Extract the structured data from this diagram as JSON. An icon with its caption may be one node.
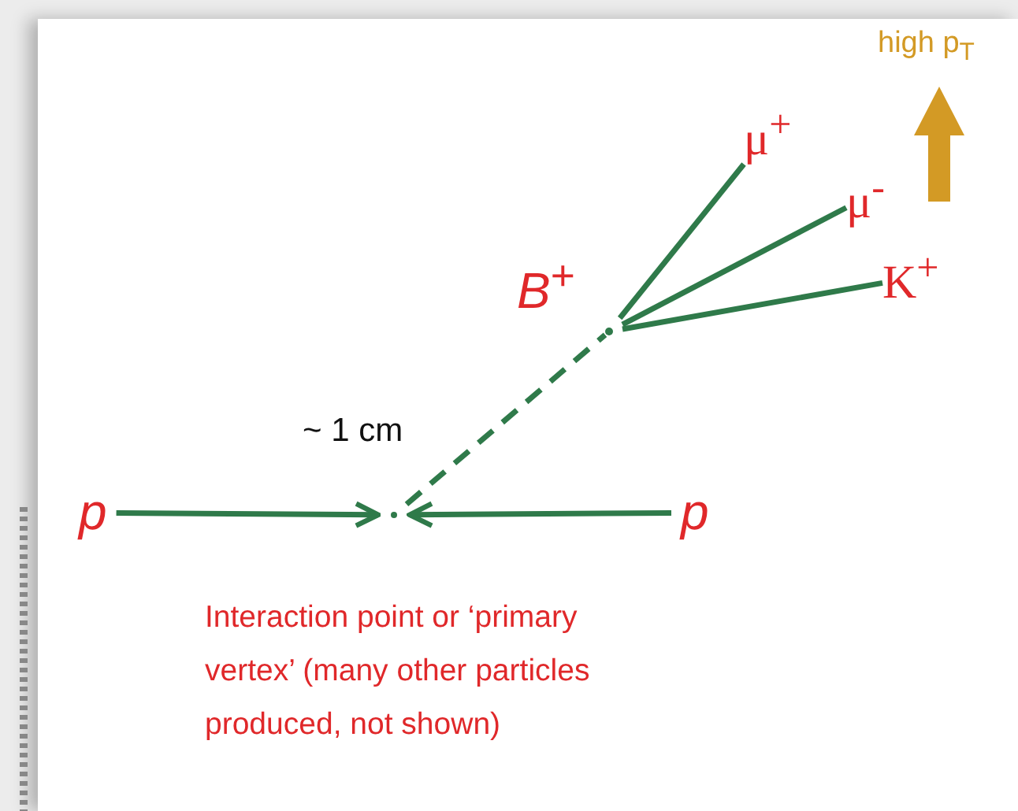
{
  "diagram": {
    "nodes": [
      {
        "text": [
          "p"
        ]
      },
      {
        "text": [
          "p"
        ]
      },
      {
        "text": [],
        "shape": "dot"
      },
      {
        "text": [],
        "shape": "dot"
      },
      {
        "text": [
          "μ$^{+}$"
        ]
      },
      {
        "text": [
          "μ$^{-}$"
        ]
      },
      {
        "text": [
          "K$^{+}$"
        ]
      }
    ],
    "edges": [
      {
        "from": 0,
        "to": 2,
        "arrow": "to"
      },
      {
        "from": 1,
        "to": 2,
        "arrow": "to"
      },
      {
        "from": 2,
        "to": 3,
        "arrow": "none",
        "style": "dashed"
      },
      {
        "from": 3,
        "to": 4,
        "arrow": "none"
      },
      {
        "from": 3,
        "to": 5,
        "arrow": "none"
      },
      {
        "from": 3,
        "to": 6,
        "arrow": "none"
      }
    ],
    "labels": [
      "*B*$^{+}$",
      "~ 1 cm",
      "Interaction point or ‘primary vertex’ (many other particles produced, not shown)",
      "high p$_{T}$"
    ]
  }
}
